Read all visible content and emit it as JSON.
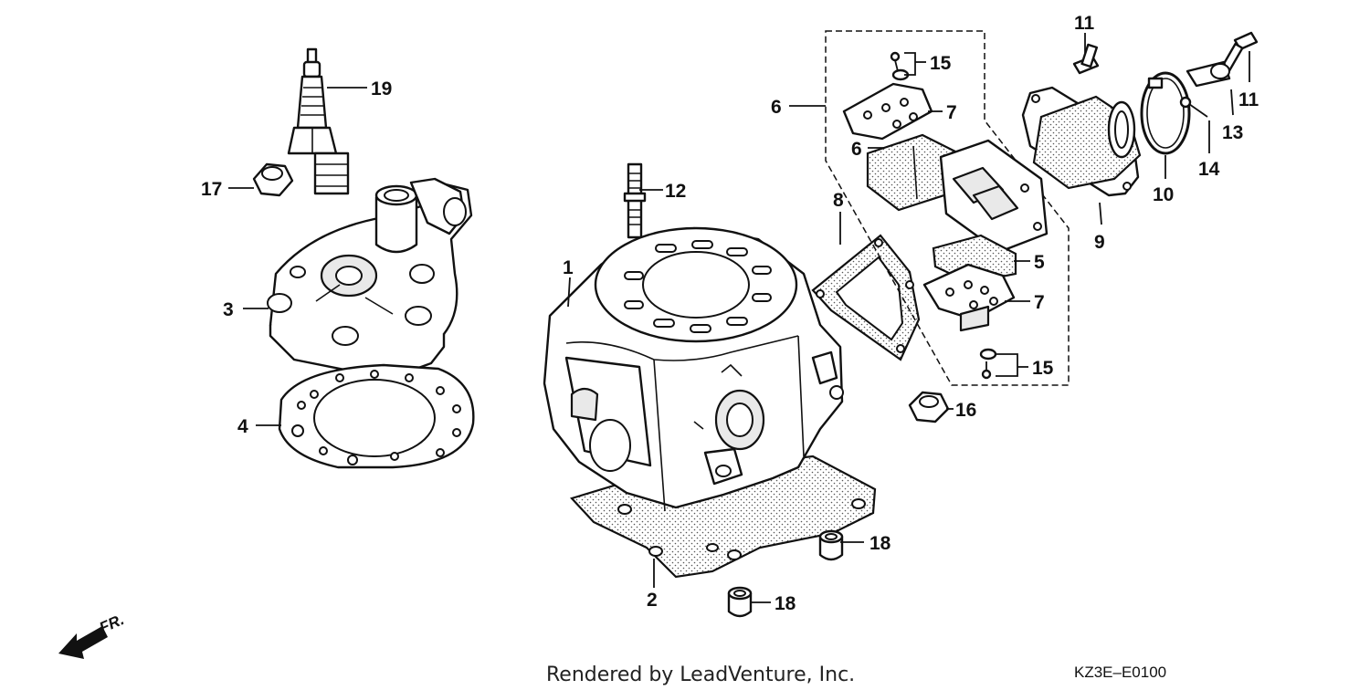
{
  "diagram": {
    "callouts": [
      "1",
      "2",
      "3",
      "4",
      "5",
      "6",
      "6",
      "7",
      "7",
      "8",
      "9",
      "10",
      "11",
      "11",
      "12",
      "13",
      "14",
      "15",
      "15",
      "16",
      "17",
      "18",
      "18",
      "19"
    ],
    "direction_label": "FR.",
    "credit": "Rendered by LeadVenture, Inc.",
    "diagram_code": "KZ3E–E0100"
  }
}
